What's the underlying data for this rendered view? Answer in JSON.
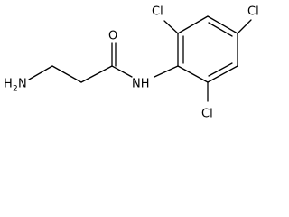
{
  "molecule": {
    "atoms": {
      "amine_h": "H",
      "amine_h_count": "2",
      "amine_n": "N",
      "carbonyl_o": "O",
      "amide_nh": "NH",
      "cl_top_left": "Cl",
      "cl_top_right": "Cl",
      "cl_bottom": "Cl"
    }
  }
}
